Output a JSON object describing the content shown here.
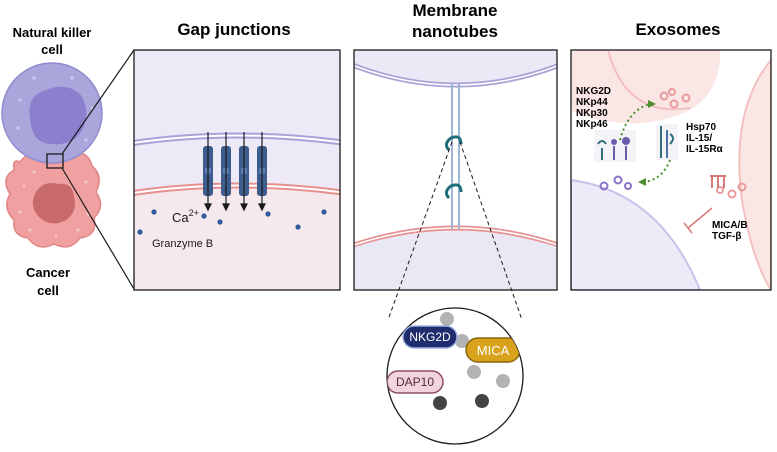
{
  "cells": {
    "nk_label_line1": "Natural killer",
    "nk_label_line2": "cell",
    "cancer_label_line1": "Cancer",
    "cancer_label_line2": "cell"
  },
  "panels": {
    "gap": {
      "title": "Gap junctions",
      "ion_label": "Ca",
      "ion_superscript": "2+",
      "granzyme_label": "Granzyme B"
    },
    "nanotubes": {
      "title_line1": "Membrane",
      "title_line2": "nanotubes"
    },
    "exosomes": {
      "title": "Exosomes",
      "receptors": [
        "NKG2D",
        "NKp44",
        "NKp30",
        "NKp46"
      ],
      "ligands": [
        "Hsp70",
        "IL-15/",
        "IL-15Rα"
      ],
      "suppressors": [
        "MICA/B",
        "TGF-β"
      ]
    }
  },
  "zoom": {
    "nkg2d": "NKG2D",
    "mica": "MICA",
    "dap10": "DAP10"
  },
  "colors": {
    "nk_cell": "#a9a6dc",
    "nk_nucleus": "#8c7fcd",
    "cancer_cell": "#f0a0a0",
    "cancer_nucleus": "#c86a6a",
    "panel_border": "#1a1a1a",
    "nk_membrane": "#a8a2d8",
    "cancer_membrane": "#e6918f",
    "channel": "#3e5d8c",
    "granzyme_dot": "#2f5a9c",
    "nkg2d_badge": "#1f2d6e",
    "mica_badge": "#d9a21c",
    "dap10_badge": "#f2d4dc"
  }
}
